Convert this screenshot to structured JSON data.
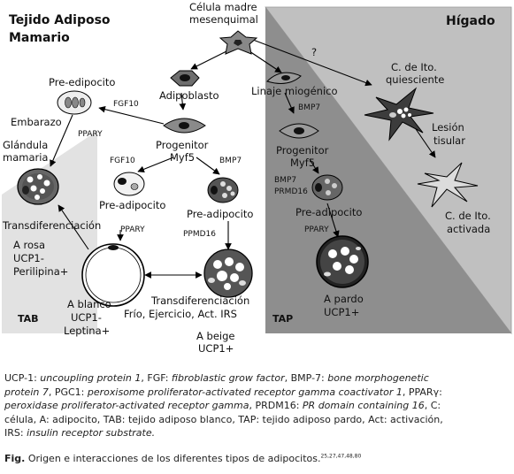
{
  "regions": {
    "left_title_1": "Tejido Adiposo",
    "left_title_2": "Mamario",
    "right_title": "Hígado",
    "tab": "TAB",
    "tap": "TAP"
  },
  "cells": {
    "stem_1": "Célula madre",
    "stem_2": "mesenquimal",
    "adipoblast": "Adipoblasto",
    "myogenic": "Linaje miogénico",
    "pre_edipocito": "Pre-edipocito",
    "embarazo": "Embarazo",
    "glandula_1": "Glándula",
    "glandula_2": "mamaria",
    "progenitor_left_1": "Progenitor",
    "progenitor_left_2": "Myf5",
    "progenitor_right_1": "Progenitor",
    "progenitor_right_2": "Myf5",
    "pre_adipocito_white": "Pre-adipocito",
    "pre_adipocito_beige": "Pre-adipocito",
    "pre_adipocito_brown": "Pre-adipocito",
    "transdif_left": "Transdiferenciación",
    "a_rosa_1": "A rosa",
    "a_rosa_2": "UCP1-",
    "a_rosa_3": "Perilipina+",
    "a_blanco_1": "A blanco",
    "a_blanco_2": "UCP1-",
    "a_blanco_3": "Leptina+",
    "transdif_bottom_1": "Transdiferenciación",
    "transdif_bottom_2": "Frío, Ejercicio, Act. IRS",
    "a_beige_1": "A beige",
    "a_beige_2": "UCP1+",
    "a_pardo_1": "A pardo",
    "a_pardo_2": "UCP1+",
    "ito_q_1": "C. de Ito.",
    "ito_q_2": "quiesciente",
    "lesion_1": "Lesión",
    "lesion_2": "tisular",
    "ito_a_1": "C. de Ito.",
    "ito_a_2": "activada",
    "question": "?"
  },
  "factors": {
    "fgf10_top": "FGF10",
    "ppary_left": "PPARY",
    "fgf10_mid": "FGF10",
    "bmp7_mid": "BMP7",
    "ppary_mid": "PPARY",
    "ppmd16": "PPMD16",
    "bmp7_right_top": "BMP7",
    "bmp7_right": "BMP7",
    "prmd16_right": "PRMD16",
    "ppary_right": "PPARY"
  },
  "legend": {
    "l1a": "UCP-1: ",
    "l1b": "uncoupling protein 1",
    "l1c": ", FGF: ",
    "l1d": "fibroblastic grow factor",
    "l1e": ", BMP-7: ",
    "l1f": "bone morphogenetic",
    "l2a": "protein 7",
    "l2b": ", PGC1: ",
    "l2c": "peroxisome proliferator-activated receptor gamma coactivator 1",
    "l2d": ", PPARγ:",
    "l3a": "peroxidase proliferator-activated receptor gamma",
    "l3b": ", PRDM16: ",
    "l3c": "PR domain containing 16",
    "l3d": ", C:",
    "l4a": "célula, A: adipocito, TAB: tejido adiposo blanco, TAP: tejido adiposo pardo, Act: activación,",
    "l5a": "IRS: ",
    "l5b": "insulin receptor substrate."
  },
  "caption": {
    "label": "Fig.",
    "text": " Origen e interacciones de los diferentes tipos de adipocitos.",
    "refs": "25,27,47,48,80"
  },
  "colors": {
    "tab_bg": "#e3e3e3",
    "tap_bg": "#8c8c8c",
    "liver_bg": "#bdbdbd"
  }
}
